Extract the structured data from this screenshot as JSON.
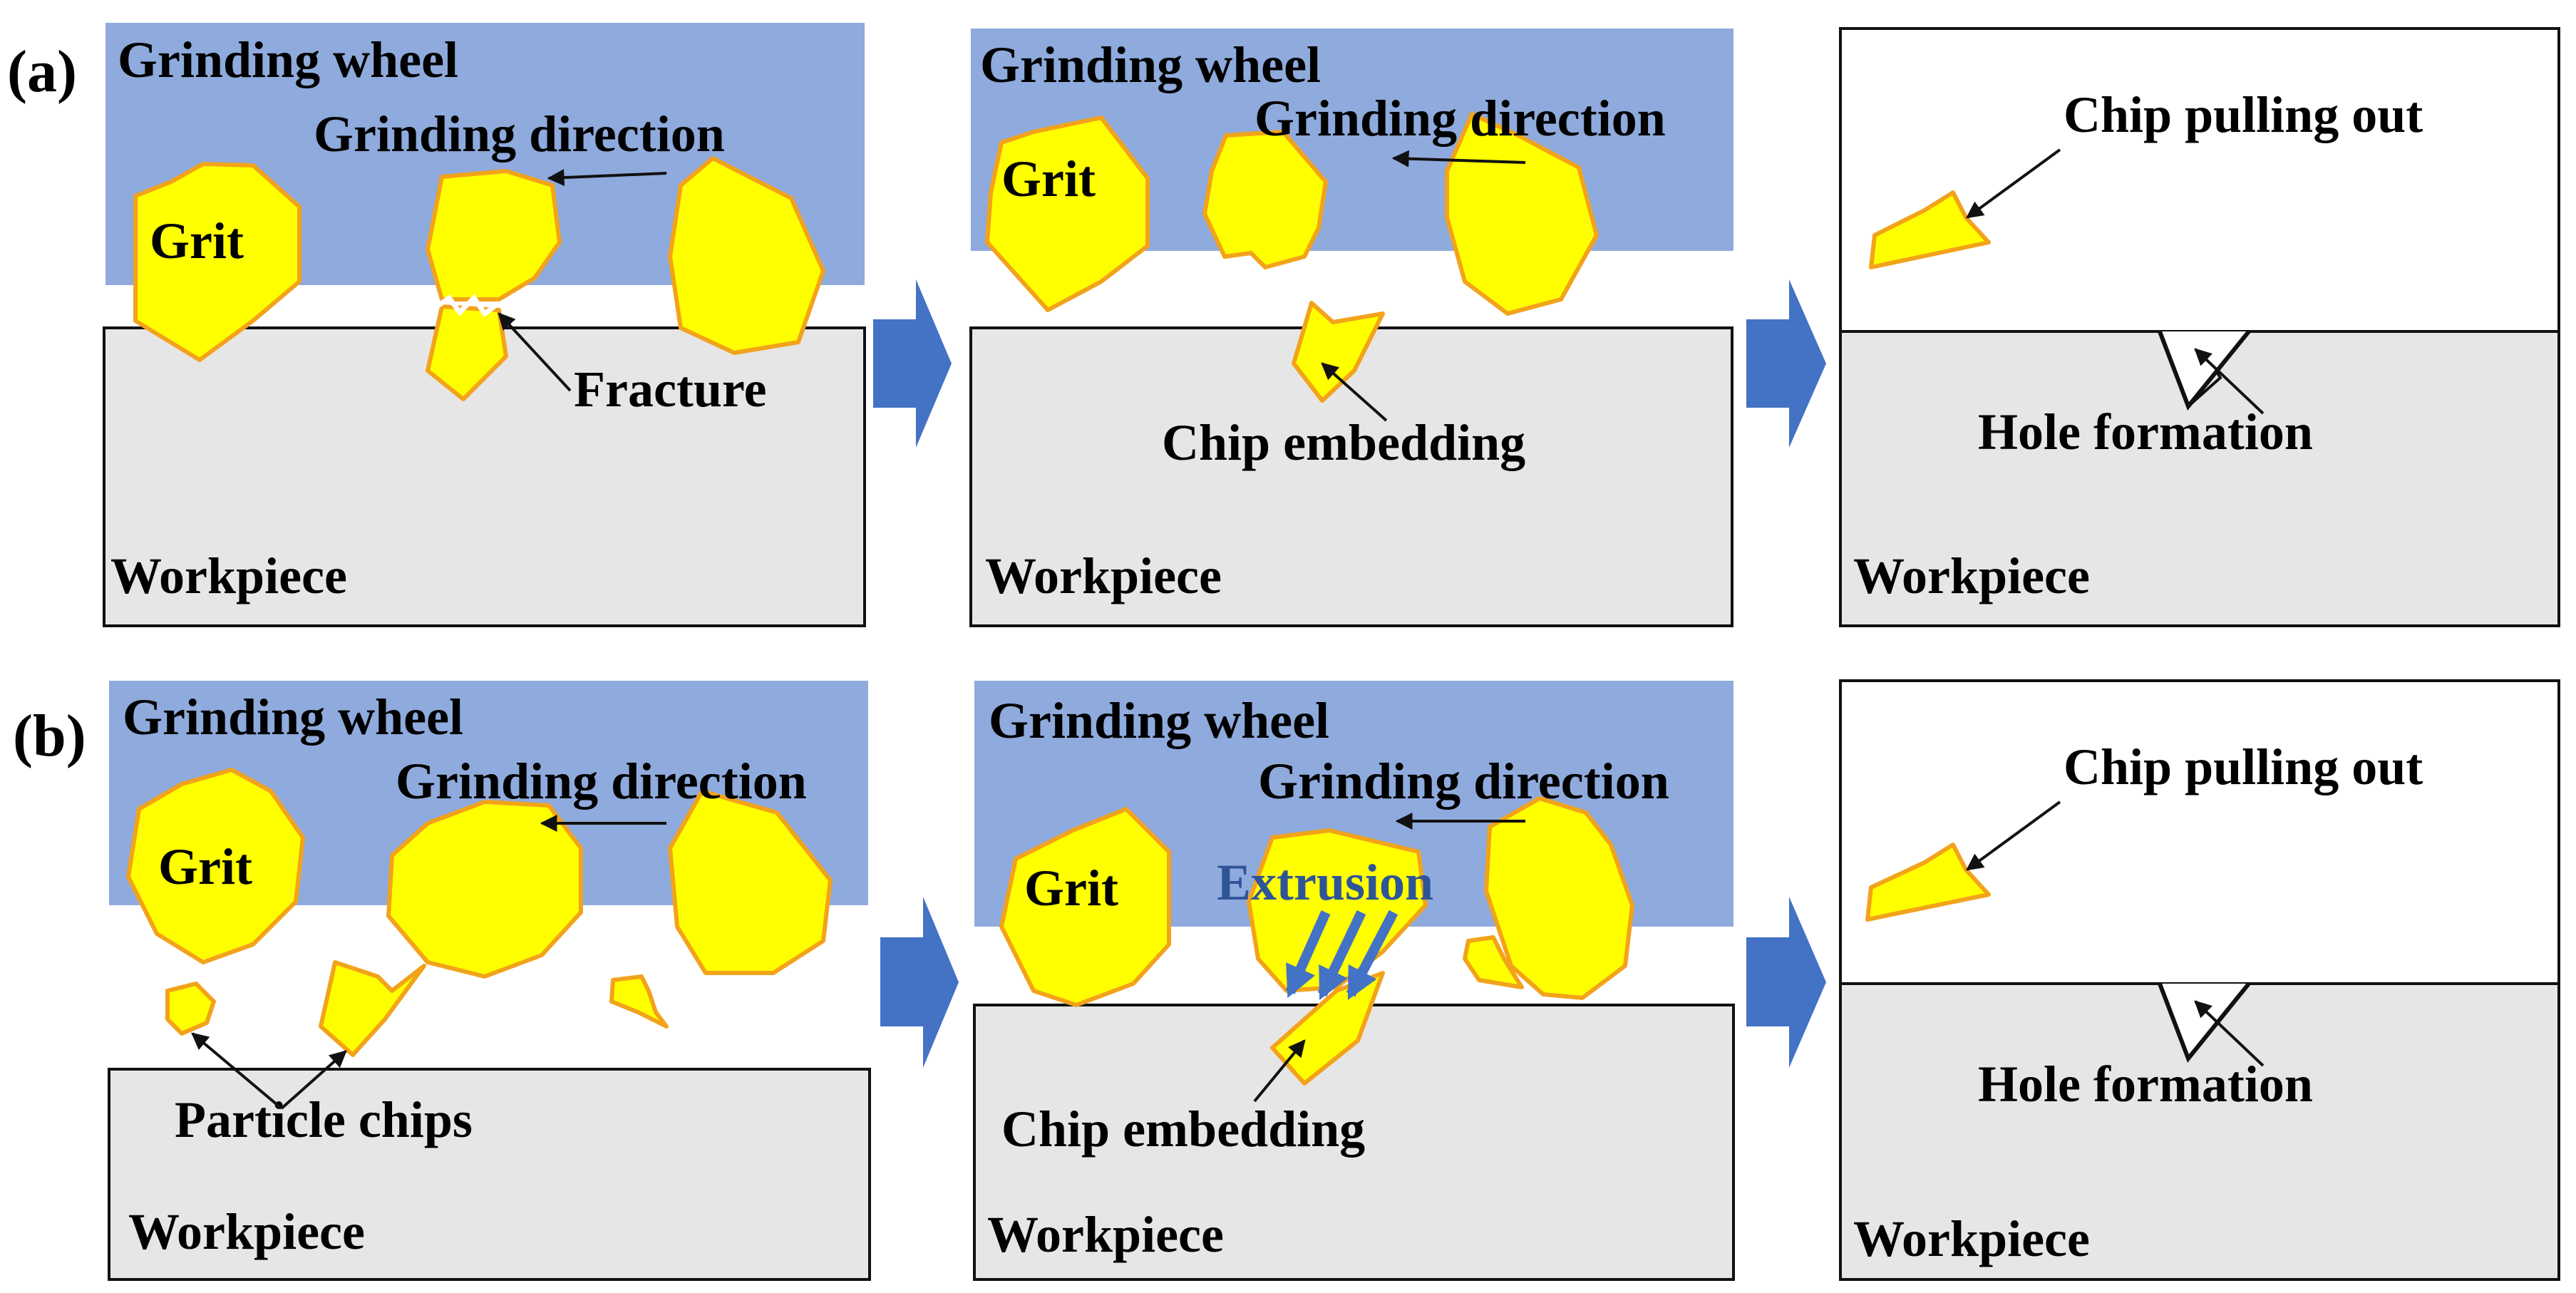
{
  "panel_labels": {
    "a": "(a)",
    "b": "(b)"
  },
  "labels": {
    "grinding_wheel": "Grinding wheel",
    "grinding_direction": "Grinding direction",
    "grit": "Grit",
    "fracture": "Fracture",
    "chip_embedding": "Chip embedding",
    "chip_pulling_out": "Chip pulling out",
    "hole_formation": "Hole formation",
    "workpiece": "Workpiece",
    "particle_chips": "Particle chips",
    "extrusion": "Extrusion"
  },
  "colors": {
    "wheel": "#8faadc",
    "workpiece": "#e6e6e6",
    "grit_fill": "#ffff00",
    "grit_stroke": "#f2a31a",
    "process_arrow": "#4472c4",
    "extrusion_text": "#2f5597"
  }
}
